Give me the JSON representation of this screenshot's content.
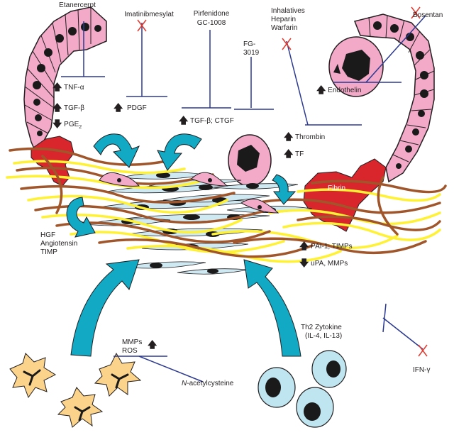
{
  "drugs": {
    "etanercept": "Etanercerpt",
    "imatinib": "Imatinibmesylat",
    "pirfenidone": "Pirfenidone",
    "gc1008": "GC-1008",
    "fg_line1": "FG-",
    "fg_line2": "3019",
    "inhalatives": "Inhalatives",
    "heparin": "Heparin",
    "warfarin": "Warfarin",
    "bosentan": "Bosentan",
    "nac_italic": "N",
    "nac_rest": "-acetylcysteine",
    "ifn": "IFN-γ"
  },
  "mediators": {
    "tnf": "TNF-α",
    "tgf": "TGF-β",
    "pge_main": "PGE",
    "pge_sub": "2",
    "pdgf": "PDGF",
    "tgf_ctgf": "TGF-β; CTGF",
    "thrombin": "Thrombin",
    "tf": "TF",
    "endothelin": "Endothelin",
    "fibrin": "Fibrin",
    "hgf": "HGF",
    "angiotensin": "Angiotensin",
    "timp": "TIMP",
    "pai": "PAI-1; TIMPs",
    "upa": "uPA, MMPs",
    "th2_line1": "Th2 Zytokine",
    "th2_line2": "(IL-4, IL-13)",
    "mmps": "MMPs",
    "ros": "ROS"
  },
  "arrows": {
    "up": "🡅",
    "down": "🡇"
  },
  "colors": {
    "epithelium": "#f3a9c8",
    "nucleus": "#1a1a1a",
    "fibroblast": "#cfe9f3",
    "collagen_yellow": "#fff133",
    "collagen_brown": "#a0562a",
    "fibrin": "#d8262c",
    "teal_arrow": "#12a9c4",
    "inhibition_line": "#2b3990",
    "cross": "#e03a2f",
    "stellate_cell": "#fbd38a"
  }
}
